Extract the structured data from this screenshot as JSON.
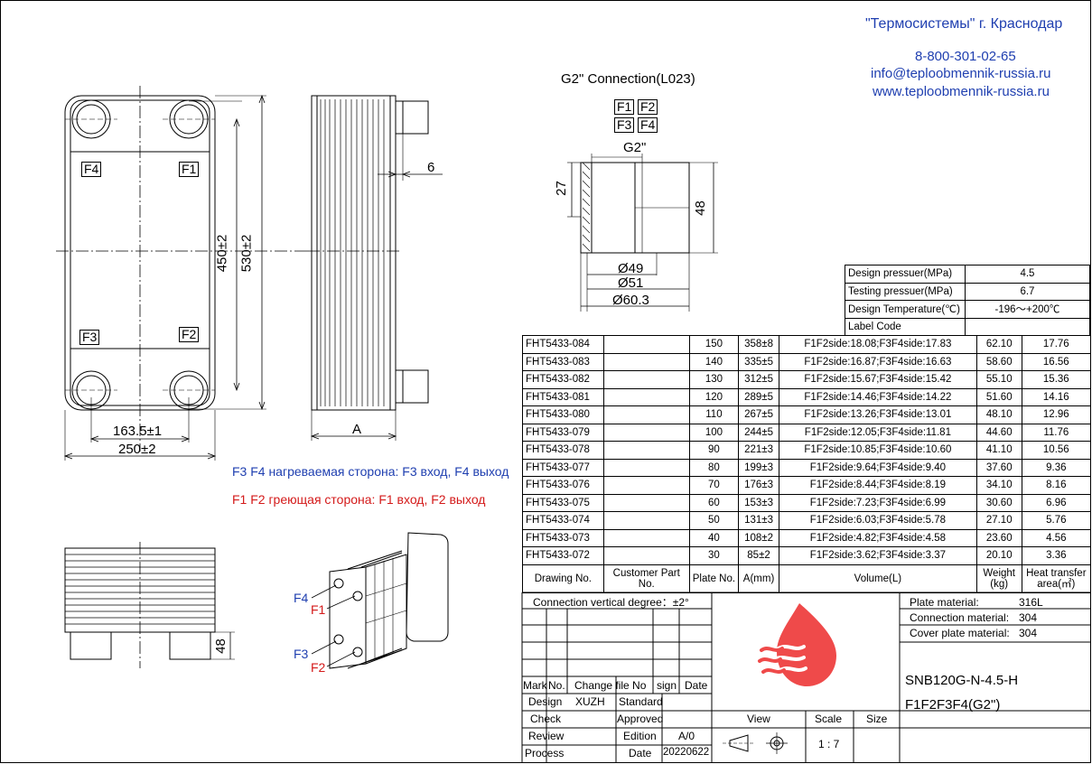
{
  "company": {
    "name": "\"Термосистемы\" г. Краснодар",
    "phone": "8-800-301-02-65",
    "email": "info@teploobmennik-russia.ru",
    "website": "www.teploobmennik-russia.ru"
  },
  "connection": {
    "title": "G2\" Connection(L023)",
    "ports": [
      "F1",
      "F2",
      "F3",
      "F4"
    ],
    "thread_label": "G2\"",
    "dims": {
      "d27": "27",
      "d48": "48",
      "dia49": "Ø49",
      "dia51": "Ø51",
      "dia603": "Ø60.3"
    }
  },
  "front_view": {
    "port_labels": {
      "tl": "F4",
      "tr": "F1",
      "bl": "F3",
      "br": "F2"
    },
    "dim_height_inner": "450±2",
    "dim_height_outer": "530±2",
    "dim_width_inner": "163.5±1",
    "dim_width_outer": "250±2"
  },
  "side_view": {
    "dim_6": "6",
    "dim_a": "A"
  },
  "bottom_view": {
    "dim_48": "48"
  },
  "iso_view": {
    "f4": "F4",
    "f1": "F1",
    "f3": "F3",
    "f2": "F2"
  },
  "notes": {
    "heated": "F3 F4 нагреваемая сторона: F3  вход, F4 выход",
    "heating": "F1 F2 греющая сторона: F1  вход, F2 выход"
  },
  "design": {
    "rows": [
      {
        "label": "Design pressuer(MPa)",
        "value": "4.5"
      },
      {
        "label": "Testing pressuer(MPa)",
        "value": "6.7"
      },
      {
        "label": "Design Temperature(℃)",
        "value": "-196～+200℃"
      },
      {
        "label": "Label Code",
        "value": ""
      }
    ]
  },
  "models": {
    "rows": [
      {
        "dwg": "FHT5433-084",
        "plates": "150",
        "a": "358±8",
        "volume": "F1F2side:18.08;F3F4side:17.83",
        "weight": "62.10",
        "area": "17.76"
      },
      {
        "dwg": "FHT5433-083",
        "plates": "140",
        "a": "335±5",
        "volume": "F1F2side:16.87;F3F4side:16.63",
        "weight": "58.60",
        "area": "16.56"
      },
      {
        "dwg": "FHT5433-082",
        "plates": "130",
        "a": "312±5",
        "volume": "F1F2side:15.67;F3F4side:15.42",
        "weight": "55.10",
        "area": "15.36"
      },
      {
        "dwg": "FHT5433-081",
        "plates": "120",
        "a": "289±5",
        "volume": "F1F2side:14.46;F3F4side:14.22",
        "weight": "51.60",
        "area": "14.16"
      },
      {
        "dwg": "FHT5433-080",
        "plates": "110",
        "a": "267±5",
        "volume": "F1F2side:13.26;F3F4side:13.01",
        "weight": "48.10",
        "area": "12.96"
      },
      {
        "dwg": "FHT5433-079",
        "plates": "100",
        "a": "244±5",
        "volume": "F1F2side:12.05;F3F4side:11.81",
        "weight": "44.60",
        "area": "11.76"
      },
      {
        "dwg": "FHT5433-078",
        "plates": "90",
        "a": "221±3",
        "volume": "F1F2side:10.85;F3F4side:10.60",
        "weight": "41.10",
        "area": "10.56"
      },
      {
        "dwg": "FHT5433-077",
        "plates": "80",
        "a": "199±3",
        "volume": "F1F2side:9.64;F3F4side:9.40",
        "weight": "37.60",
        "area": "9.36"
      },
      {
        "dwg": "FHT5433-076",
        "plates": "70",
        "a": "176±3",
        "volume": "F1F2side:8.44;F3F4side:8.19",
        "weight": "34.10",
        "area": "8.16"
      },
      {
        "dwg": "FHT5433-075",
        "plates": "60",
        "a": "153±3",
        "volume": "F1F2side:7.23;F3F4side:6.99",
        "weight": "30.60",
        "area": "6.96"
      },
      {
        "dwg": "FHT5433-074",
        "plates": "50",
        "a": "131±3",
        "volume": "F1F2side:6.03;F3F4side:5.78",
        "weight": "27.10",
        "area": "5.76"
      },
      {
        "dwg": "FHT5433-073",
        "plates": "40",
        "a": "108±2",
        "volume": "F1F2side:4.82;F3F4side:4.58",
        "weight": "23.60",
        "area": "4.56"
      },
      {
        "dwg": "FHT5433-072",
        "plates": "30",
        "a": "85±2",
        "volume": "F1F2side:3.62;F3F4side:3.37",
        "weight": "20.10",
        "area": "3.36"
      }
    ],
    "header": {
      "dwg": "Drawing No.",
      "customer": "Customer Part No.",
      "plates": "Plate No.",
      "a": "A(mm)",
      "volume": "Volume(L)",
      "weight": "Weight (kg)",
      "area": "Heat transfer area(㎡)"
    }
  },
  "title_block": {
    "connection_degree": "Connection vertical degree：±2°",
    "plate_material_label": "Plate material:",
    "plate_material_value": "316L",
    "connection_material_label": "Connection material:",
    "connection_material_value": "304",
    "cover_material_label": "Cover plate material:",
    "cover_material_value": "304",
    "product_code": "SNB120G-N-4.5-H",
    "product_ports": "F1F2F3F4(G2\")",
    "mark": "Mark",
    "no": "No.",
    "change_file": "Change file No",
    "sign": "sign",
    "date": "Date",
    "design": "Design",
    "designer": "XUZH",
    "standard": "Standard",
    "check": "Check",
    "approved": "Approved",
    "review": "Review",
    "edition_label": "Edition",
    "edition_value": "A/0",
    "process": "Process",
    "date_label": "Date",
    "date_value": "20220622",
    "view": "View",
    "scale": "Scale",
    "size": "Size",
    "scale_value": "1 : 7"
  },
  "colors": {
    "logo": "#ef4a4a",
    "blue_text": "#1f3fb0",
    "red_text": "#d41a1a"
  }
}
